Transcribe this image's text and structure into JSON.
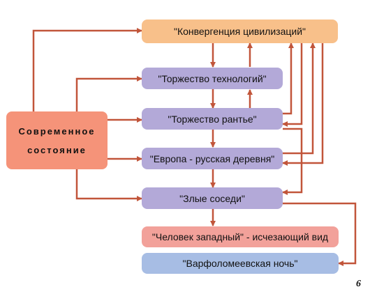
{
  "colors": {
    "arrow": "#c1553a",
    "source_fill": "#f59379",
    "node_purple": "#b3a9d8",
    "node_orange": "#f8c08a",
    "node_pink": "#f2a19a",
    "node_blue": "#a7bde4"
  },
  "source": {
    "line1": "Современное",
    "line2": "состояние"
  },
  "nodes": {
    "convergence": "\"Конвергенция цивилизаций\"",
    "technology": "\"Торжество технологий\"",
    "rentier": "\"Торжество рантье\"",
    "europe": "\"Европа - русская деревня\"",
    "neighbors": "\"Злые соседи\"",
    "western_man": "\"Человек западный\" - исчезающий вид",
    "bartholomew": "\"Варфоломеевская ночь\""
  },
  "page_number": "6"
}
